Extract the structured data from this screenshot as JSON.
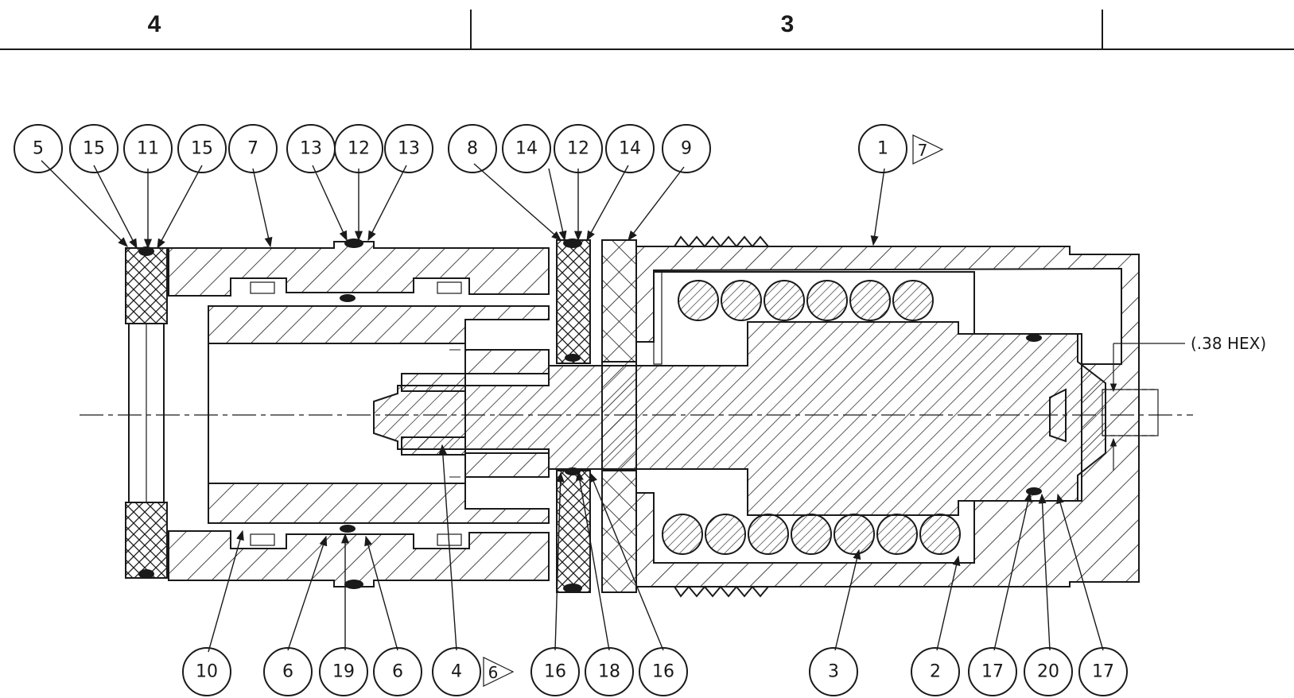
{
  "zones": [
    "4",
    "3"
  ],
  "hex_note": "(.38 HEX)",
  "top_balloons": [
    "5",
    "15",
    "11",
    "15",
    "7",
    "13",
    "12",
    "13",
    "8",
    "14",
    "12",
    "14",
    "9",
    "1"
  ],
  "bottom_balloons": [
    "10",
    "6",
    "19",
    "6",
    "4",
    "16",
    "18",
    "16",
    "3",
    "2",
    "17",
    "20",
    "17"
  ],
  "flags": [
    "7",
    "6"
  ]
}
